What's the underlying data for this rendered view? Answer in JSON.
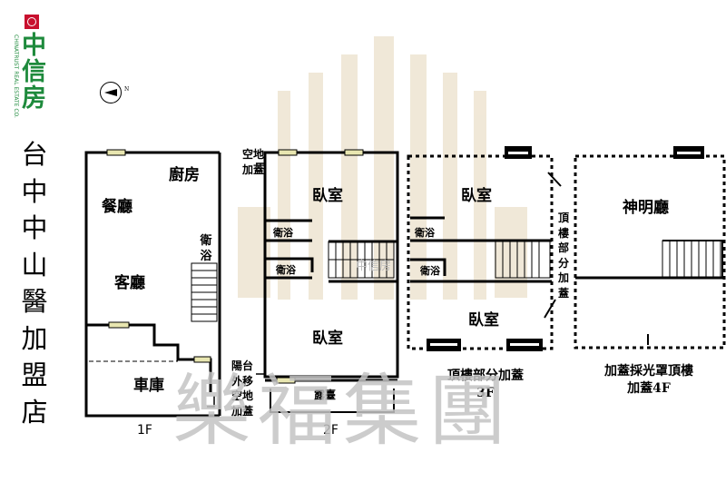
{
  "brand": {
    "logo_name": "中信房",
    "logo_subtitle": "CHINATRUST REAL ESTATE CO."
  },
  "compass": {
    "north_label": "N"
  },
  "title": "台中中山醫加盟店",
  "floors": {
    "f1": {
      "label": "1F",
      "kitchen": "廚房",
      "dining": "餐廳",
      "living": "客廳",
      "bath": "衛浴",
      "garage": "車庫"
    },
    "f2": {
      "label": "2F",
      "bedroom_top": "臥室",
      "bedroom_bottom": "臥室",
      "bath1": "衛浴",
      "bath2": "衛浴",
      "terrace": "露臺",
      "note_top": "空地加蓋",
      "note_bottom": "陽台外移空地加蓋"
    },
    "f3": {
      "bedroom_top": "臥室",
      "bedroom_bottom": "臥室",
      "bath1": "衛浴",
      "bath2": "衛浴",
      "side_note": "頂樓部分加蓋",
      "caption": "頂樓部分加蓋3F"
    },
    "f4": {
      "shrine": "神明廳",
      "caption": "加蓋採光罩頂樓加蓋4F"
    }
  },
  "watermark": {
    "text": "樂福集團",
    "small": "中信房"
  },
  "colors": {
    "wall": "#000000",
    "watermark": "#c4c4c4",
    "brand_green": "#1e8a3c",
    "brand_red": "#c8102e"
  }
}
